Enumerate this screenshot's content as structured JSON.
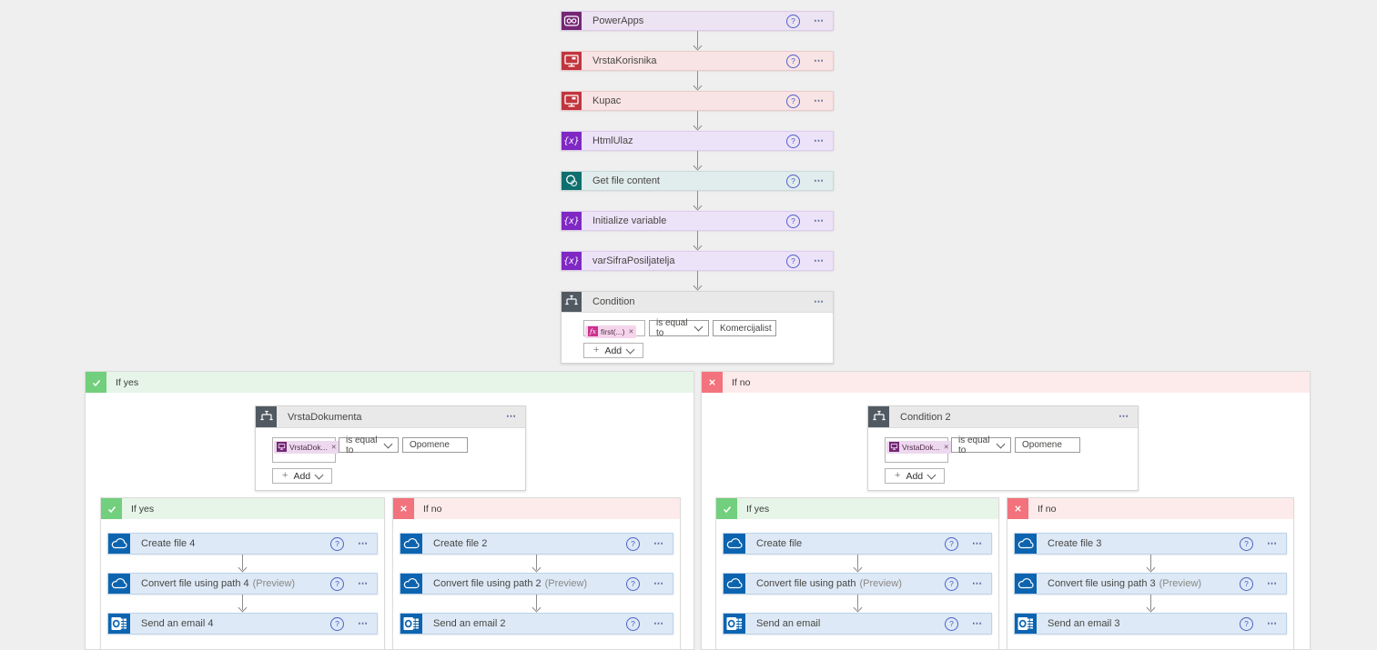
{
  "glyphs": {
    "help": "?",
    "menu": "⋯",
    "plus": "+",
    "close": "✕",
    "variable": "{x}",
    "fx": "fx"
  },
  "colors": {
    "page_bg": "#efefef",
    "powerapps": "#742774",
    "powerapps_tint": "#ece3f3",
    "red": "#c0353e",
    "red_tint": "#f8e4e5",
    "variable_purple": "#7f28c4",
    "variable_tint": "#ede3f8",
    "sharepoint_teal": "#0e6f6f",
    "sharepoint_tint": "#e1ecec",
    "condition_gray": "#515a62",
    "onedrive_blue": "#0c64b0",
    "blue_tint": "#dde9f6",
    "yes_green": "#72cf7d",
    "yes_tint": "#e6f5e8",
    "no_red": "#f2737d",
    "no_tint": "#fcebea",
    "fx_pink": "#ce3190"
  },
  "top_chain": {
    "nodes": [
      {
        "label": "PowerApps",
        "icon": "powerapps-icon"
      },
      {
        "label": "VrstaKorisnika",
        "icon": "powerapps-monitor-icon"
      },
      {
        "label": "Kupac",
        "icon": "powerapps-monitor-icon"
      },
      {
        "label": "HtmlUlaz",
        "icon": "variable-icon"
      },
      {
        "label": "Get file content",
        "icon": "sharepoint-icon"
      },
      {
        "label": "Initialize variable",
        "icon": "variable-icon"
      },
      {
        "label": "varSifraPosiljatelja",
        "icon": "variable-icon"
      }
    ]
  },
  "root_condition": {
    "title": "Condition",
    "token": "first(...)",
    "operator": "is equal to",
    "value": "Komercijalist",
    "add_label": "Add"
  },
  "left_branch": {
    "header": "If yes",
    "condition": {
      "title": "VrstaDokumenta",
      "token": "VrstaDok...",
      "operator": "is equal to",
      "value": "Opomene",
      "add_label": "Add"
    },
    "yes": {
      "header": "If yes",
      "actions": [
        {
          "label": "Create file 4",
          "suffix": "",
          "icon": "onedrive-icon"
        },
        {
          "label": "Convert file using path 4",
          "suffix": "(Preview)",
          "icon": "onedrive-icon"
        },
        {
          "label": "Send an email 4",
          "suffix": "",
          "icon": "outlook-icon"
        }
      ]
    },
    "no": {
      "header": "If no",
      "actions": [
        {
          "label": "Create file 2",
          "suffix": "",
          "icon": "onedrive-icon"
        },
        {
          "label": "Convert file using path 2",
          "suffix": "(Preview)",
          "icon": "onedrive-icon"
        },
        {
          "label": "Send an email 2",
          "suffix": "",
          "icon": "outlook-icon"
        }
      ]
    }
  },
  "right_branch": {
    "header": "If no",
    "condition": {
      "title": "Condition 2",
      "token": "VrstaDok...",
      "operator": "is equal to",
      "value": "Opomene",
      "add_label": "Add"
    },
    "yes": {
      "header": "If yes",
      "actions": [
        {
          "label": "Create file",
          "suffix": "",
          "icon": "onedrive-icon"
        },
        {
          "label": "Convert file using path",
          "suffix": "(Preview)",
          "icon": "onedrive-icon"
        },
        {
          "label": "Send an email",
          "suffix": "",
          "icon": "outlook-icon"
        }
      ]
    },
    "no": {
      "header": "If no",
      "actions": [
        {
          "label": "Create file 3",
          "suffix": "",
          "icon": "onedrive-icon"
        },
        {
          "label": "Convert file using path 3",
          "suffix": "(Preview)",
          "icon": "onedrive-icon"
        },
        {
          "label": "Send an email 3",
          "suffix": "",
          "icon": "outlook-icon"
        }
      ]
    }
  }
}
